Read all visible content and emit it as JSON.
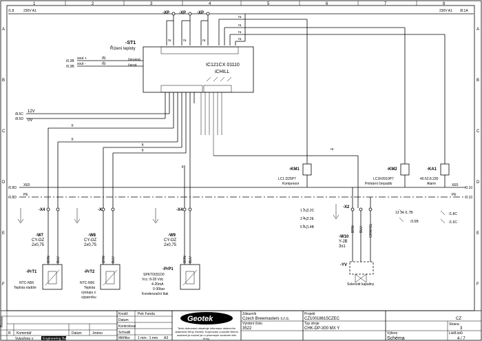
{
  "frame": {
    "cols": [
      "1",
      "2",
      "3",
      "4",
      "5",
      "6",
      "7",
      "8"
    ],
    "rows": [
      "A",
      "B",
      "C",
      "D",
      "E",
      "F"
    ]
  },
  "supply": {
    "left_a1": "230V A1",
    "right_a1": "230V A1",
    "ref_left": "/1.8",
    "ref_right": "/8.1A",
    "ru": "ru"
  },
  "xp": {
    "xp1": "-XP",
    "xp2": "-XP",
    "xp3": "-XP"
  },
  "controller": {
    "tag": "-ST1",
    "name": "Řízení teploty",
    "model": "IC121CX 01110",
    "model2": "iCHILL",
    "in_labels": [
      "červená",
      "černá"
    ],
    "io_labels": [
      "sout +",
      "sout -"
    ],
    "io_refs": [
      "/0.3B",
      "/0.3B"
    ],
    "rb": [
      "rb",
      "rb"
    ]
  },
  "dc": {
    "v12": "12V",
    "v0": "0V",
    "ref12": "/8.5C",
    "ref0": "/8.5D"
  },
  "wire_tags": {
    "fi": "fi",
    "ru": "ru"
  },
  "cables": [
    {
      "tag": "-X4",
      "cable": "-W7",
      "type": "CY-OZ",
      "size": "2x0,75",
      "w1": "BRN",
      "w2": "BLU"
    },
    {
      "tag": "-X4",
      "cable": "-W8",
      "type": "CY-OZ",
      "size": "2x0,75",
      "w1": "BRN",
      "w2": "BLU"
    },
    {
      "tag": "-X4",
      "cable": "-W9",
      "type": "CY-OZ",
      "size": "2x0,75",
      "w1": "BRN",
      "w2": "BLU"
    },
    {
      "tag": "-X2",
      "cable": "-W10",
      "type": "Y-JB",
      "size": "3x1",
      "w1": "BRN",
      "w2": "BLU",
      "w3": "GRNYEL"
    }
  ],
  "sensors": [
    {
      "tag": "-PrT1",
      "desc": [
        "NTC-N56",
        "Teplota nádrže"
      ]
    },
    {
      "tag": "-PrT2",
      "desc": [
        "NTC-N56",
        "Teplota",
        "výstupu z",
        "výparníku"
      ]
    },
    {
      "tag": "-PrP1",
      "desc": [
        "SPKT0031D0",
        "Vcc: 8-28 Vdc",
        "4-20mA",
        "0-30bar",
        "Kondenzační tlak"
      ]
    }
  ],
  "relays": [
    {
      "tag": "-KM1",
      "type": "LC1 D25P7",
      "desc": "Kompresor"
    },
    {
      "tag": "-KM2",
      "type": "LC1K0910P7",
      "desc": "Primární čerpadlo"
    },
    {
      "tag": "-KA1",
      "type": "40.52.8.230",
      "desc": "Alarm"
    }
  ],
  "relay_contacts": {
    "km1": {
      "a": "1 2 /2.2C",
      "b": "3 4 /2.2E",
      "c": "5 6 /1.4B"
    },
    "km2": {
      "a": "13 14 /1.7B",
      "b": "/3.5B"
    },
    "ka1": {
      "a": "/1.8C",
      "b": "/1.6C"
    }
  },
  "valve": {
    "tag": "-YV",
    "desc": "Solenoid kapaliny"
  },
  "bus": {
    "xe0": "XE0",
    "pe": "PE",
    "ref_l1": "/0.8D",
    "ref_l2": "/0.8D",
    "ref_r1": "/0.10",
    "ref_r2": "/0.10"
  },
  "titleblock": {
    "kreslil_label": "Kreslil",
    "kreslil": "Petr Funda",
    "datum_label": "Datum",
    "kontroloval_label": "Kontroloval",
    "schvalil_label": "Schválil",
    "meritko_label": "Měřítko",
    "meritko": "1 mm : 1 mm",
    "format": "A3",
    "logo": "Geotek",
    "note": "Tento dokument obsahuje informace duševního vlastnictví firmy Geotek. Kopírování a použití třetími osobami je možné jen s písemným svolením této firmy.",
    "zakaznik_label": "Zákazník",
    "zakaznik": "Czech Brewmasters s.r.o.",
    "vyrobni_label": "Výrobní číslo",
    "vyrobni": "3522",
    "projekt_label": "Projekt",
    "projekt": "CZ10018615CZEC",
    "typ_label": "Typ stroje",
    "typ": "CHK-DP-300 MX Y",
    "vykres_label": "Výkres",
    "vykres": "Schéma",
    "stat": "CZ",
    "strana_label": "Strana",
    "strana": "3",
    "list_label": "List/Listů",
    "list": "4 / 7",
    "revize_label": "Revize",
    "r_label": "R",
    "komentar_label": "Komentář",
    "datum2_label": "Datum",
    "jmeno_label": "Jméno",
    "vytvoreno_label": "Vytvořeno v",
    "vytvoreno": "Engineering Base"
  }
}
